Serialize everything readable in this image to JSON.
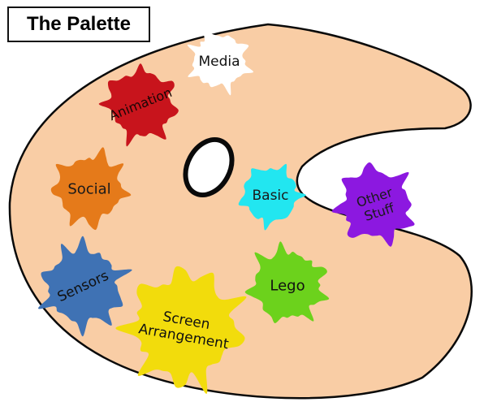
{
  "title": "The Palette",
  "palette": {
    "colors": {
      "board": "#f9cda5",
      "outline": "#0a0a0a"
    },
    "blobs": [
      {
        "id": "media",
        "label": [
          "Media"
        ],
        "color": "#ffffff",
        "text_color": "#111111",
        "interactable": true
      },
      {
        "id": "animation",
        "label": [
          "Animation"
        ],
        "color": "#c8141c",
        "text_color": "#1a0606",
        "interactable": true
      },
      {
        "id": "social",
        "label": [
          "Social"
        ],
        "color": "#e57a1a",
        "text_color": "#1a1a1a",
        "interactable": true
      },
      {
        "id": "basic",
        "label": [
          "Basic"
        ],
        "color": "#22e6f0",
        "text_color": "#1a1a1a",
        "interactable": true
      },
      {
        "id": "other-stuff",
        "label": [
          "Other",
          "Stuff"
        ],
        "color": "#8c18e0",
        "text_color": "#1a1a1a",
        "interactable": true
      },
      {
        "id": "sensors",
        "label": [
          "Sensors"
        ],
        "color": "#3f72b4",
        "text_color": "#111111",
        "interactable": true
      },
      {
        "id": "lego",
        "label": [
          "Lego"
        ],
        "color": "#6cd21c",
        "text_color": "#111111",
        "interactable": true
      },
      {
        "id": "screen-arrangement",
        "label": [
          "Screen",
          "Arrangement"
        ],
        "color": "#f2dc0c",
        "text_color": "#111111",
        "interactable": true
      }
    ]
  }
}
